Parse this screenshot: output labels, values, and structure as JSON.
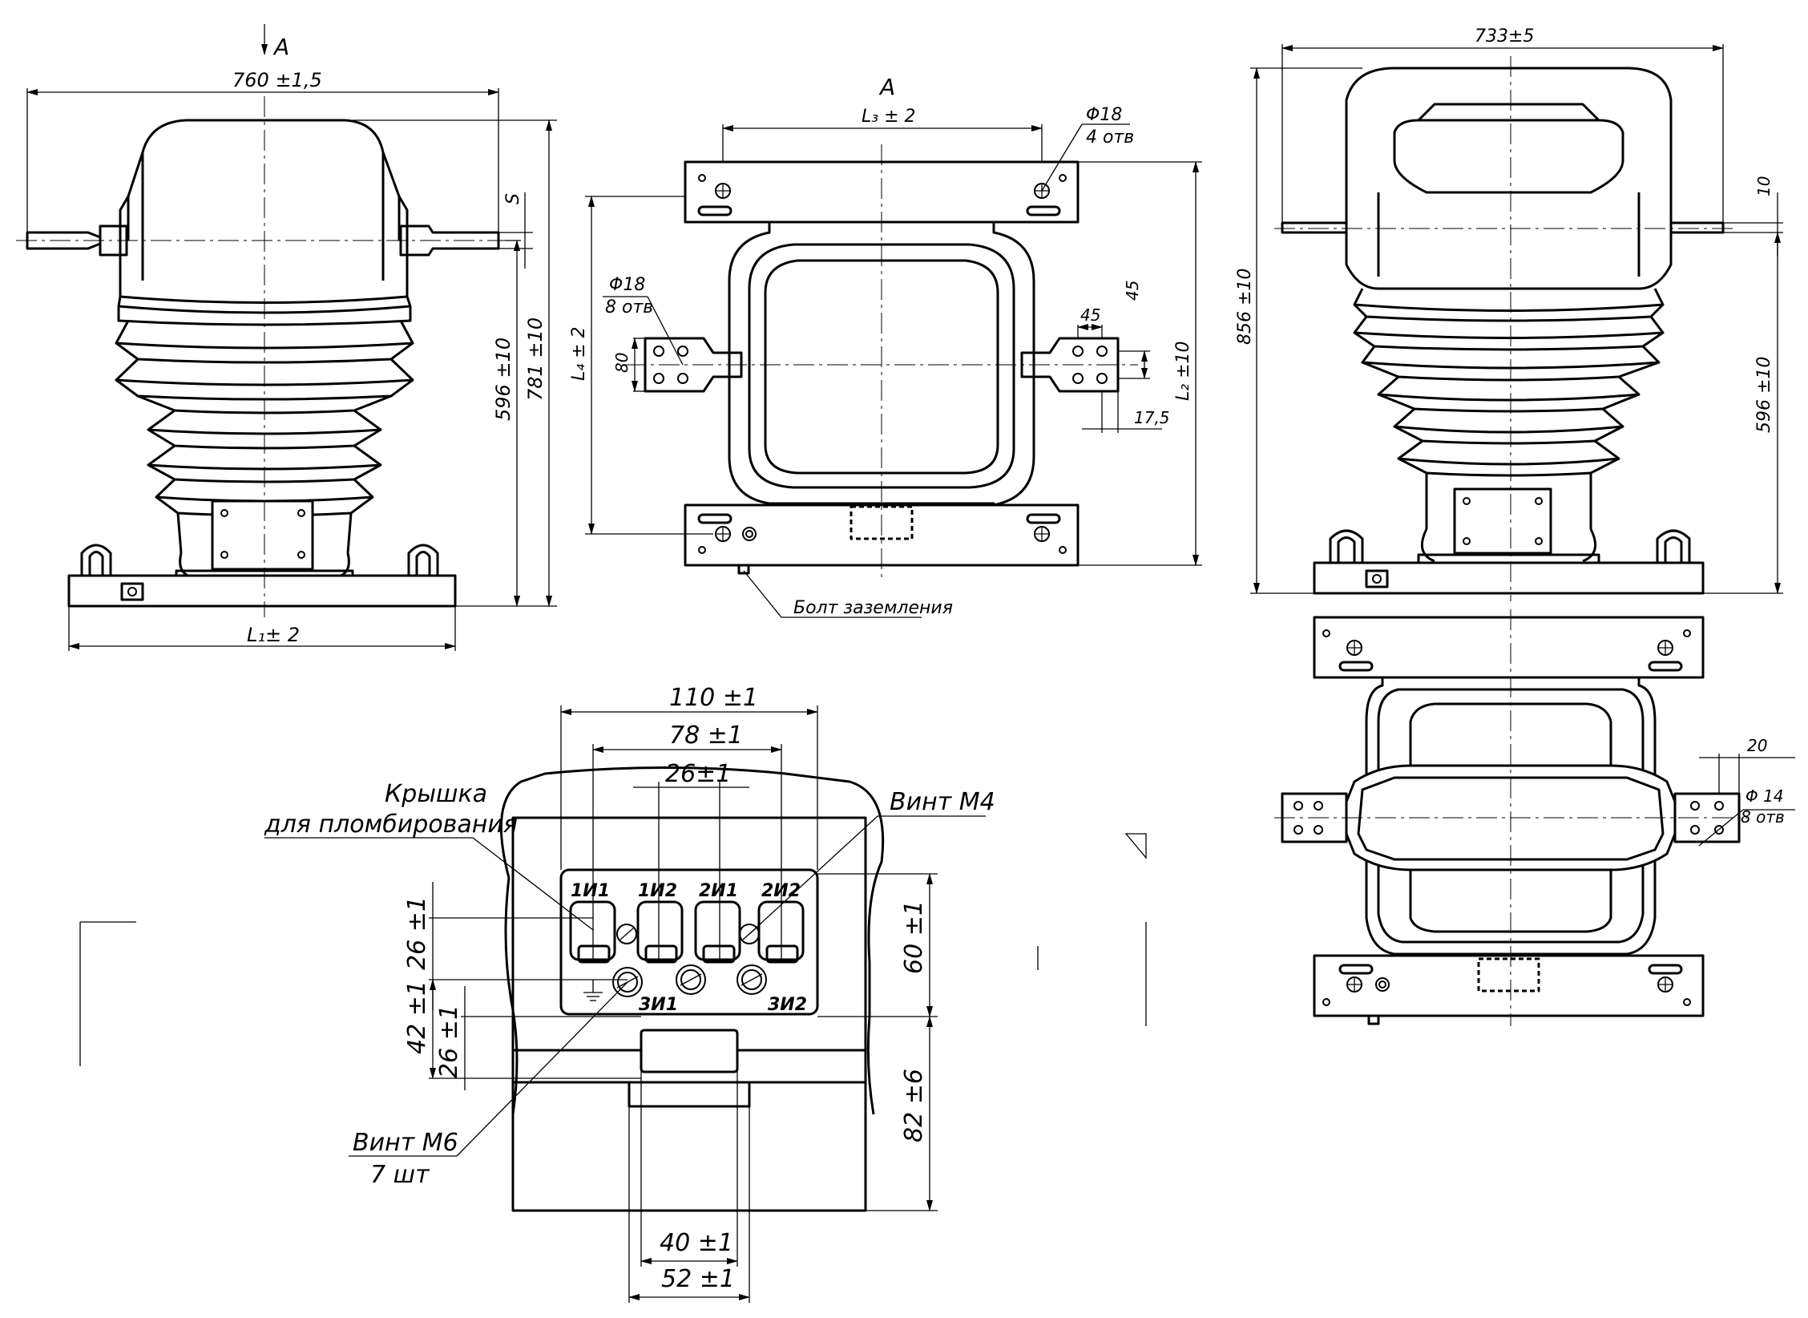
{
  "front_view": {
    "view_marker": "A",
    "width_dim": "760 ±1,5",
    "base_dim": "L₁± 2",
    "height_596": "596 ±10",
    "height_781": "781 ±10",
    "s_label": "S"
  },
  "top_view": {
    "view_label": "A",
    "l3_dim": "L₃ ± 2",
    "l4_dim": "L₄ ± 2",
    "l2_dim": "L₂ ±10",
    "hole18_4": "Φ18",
    "hole18_4_qty": "4 отв",
    "hole18_8": "Φ18",
    "hole18_8_qty": "8 отв",
    "dim_80": "80",
    "dim_45a": "45",
    "dim_45b": "45",
    "dim_17_5": "17,5",
    "ground_bolt": "Болт заземления"
  },
  "side_view": {
    "width_dim": "733±5",
    "height_856": "856 ±10",
    "height_596": "596 ±10",
    "dim_10": "10"
  },
  "bottom_right_view": {
    "dim_20": "20",
    "hole14": "Φ 14",
    "hole14_qty": "8 отв"
  },
  "terminal_box": {
    "dim_110": "110 ±1",
    "dim_78": "78 ±1",
    "dim_26_top": "26±1",
    "dim_26_left": "26 ±1",
    "dim_42": "42 ±1",
    "dim_26_lower": "26 ±1",
    "dim_60": "60 ±1",
    "dim_82": "82 ±6",
    "dim_40": "40 ±1",
    "dim_52": "52 ±1",
    "cover_label_1": "Крышка",
    "cover_label_2": "для пломбирования",
    "screw_m4": "Винт М4",
    "screw_m6": "Винт М6",
    "screw_m6_qty": "7 шт",
    "terminals": [
      "1И1",
      "1И2",
      "2И1",
      "2И2",
      "3И1",
      "3И2"
    ]
  }
}
